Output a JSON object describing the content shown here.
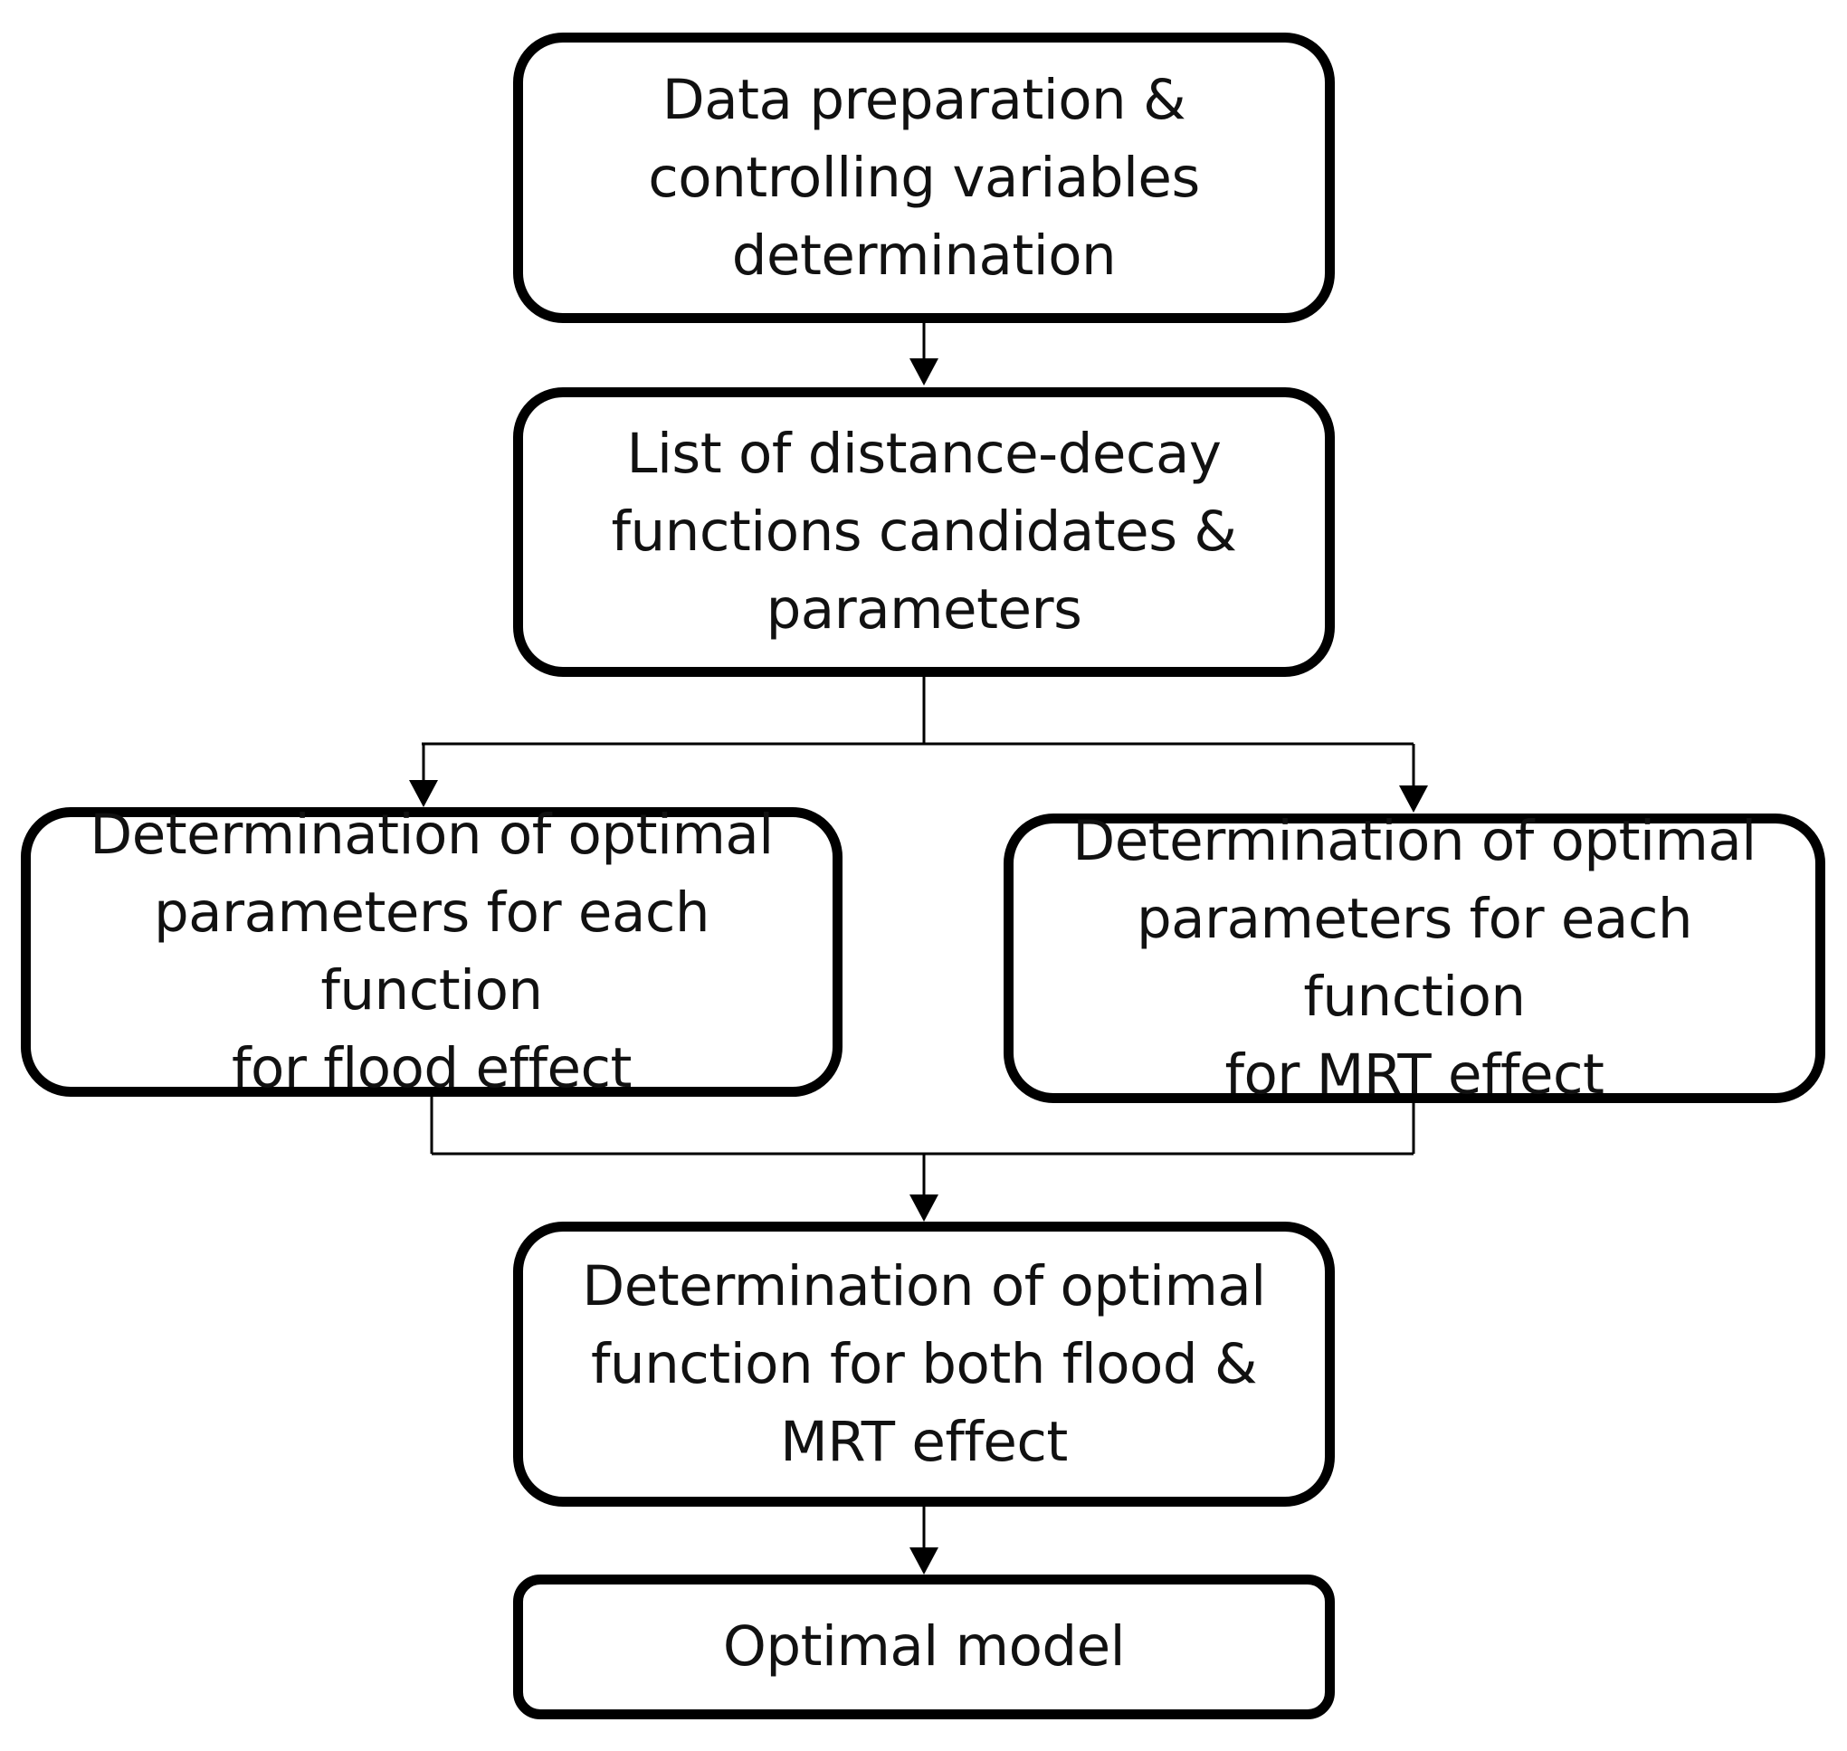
{
  "diagram": {
    "nodes": [
      {
        "id": "data-prep",
        "lines": [
          "Data preparation &",
          "controlling variables",
          "determination"
        ]
      },
      {
        "id": "candidates",
        "lines": [
          "List of distance-decay",
          "functions candidates &",
          "parameters"
        ]
      },
      {
        "id": "flood",
        "lines": [
          "Determination of optimal",
          "parameters for each function",
          "for flood effect"
        ]
      },
      {
        "id": "mrt",
        "lines": [
          "Determination of optimal",
          "parameters for each function",
          "for MRT effect"
        ]
      },
      {
        "id": "both",
        "lines": [
          "Determination of optimal",
          "function for both flood &",
          "MRT effect"
        ]
      },
      {
        "id": "optimal",
        "lines": [
          "Optimal model"
        ]
      }
    ],
    "edges": [
      {
        "from": "data-prep",
        "to": "candidates"
      },
      {
        "from": "candidates",
        "to": "flood"
      },
      {
        "from": "candidates",
        "to": "mrt"
      },
      {
        "from": "flood",
        "to": "both"
      },
      {
        "from": "mrt",
        "to": "both"
      },
      {
        "from": "both",
        "to": "optimal"
      }
    ],
    "colors": {
      "stroke": "#000000",
      "text": "#111111",
      "background": "#ffffff"
    }
  }
}
